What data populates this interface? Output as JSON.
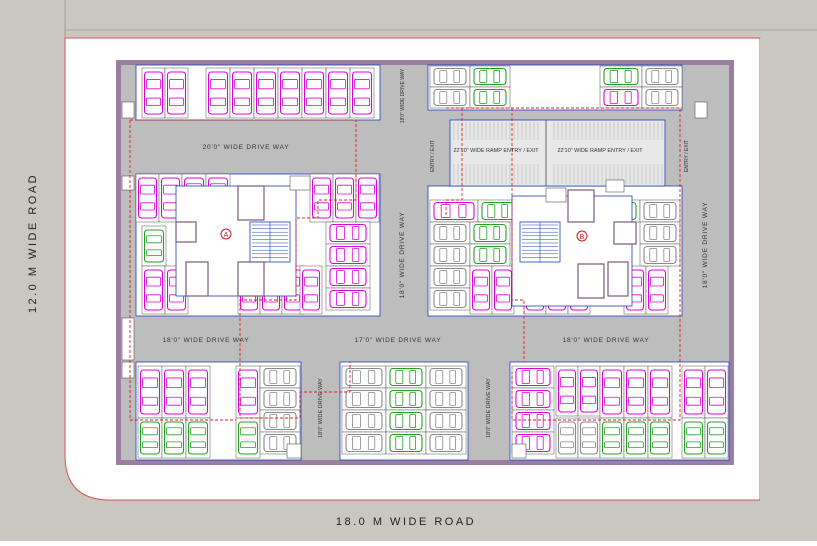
{
  "roads": {
    "left": "12.0 M  WIDE  ROAD",
    "bottom": "18.0 M  WIDE  ROAD"
  },
  "drive_ways": {
    "top_left": "20'0\" WIDE DRIVE WAY",
    "top_vertical": "18'0\" WIDE DRIVE WAY",
    "center_vertical": "18'0\" WIDE DRIVE WAY",
    "right_vertical": "18'0\" WIDE DRIVE WAY",
    "mid_left": "18'0\" WIDE DRIVE WAY",
    "mid_center": "17'0\" WIDE DRIVE WAY",
    "mid_right": "18'0\" WIDE DRIVE WAY",
    "bottom_left_vertical": "18'0\" WIDE DRIVE WAY",
    "bottom_right_vertical": "18'0\" WIDE DRIVE WAY"
  },
  "ramps": {
    "left": "22'10\" WIDE RAMP ENTRY / EXIT",
    "right": "22'10\" WIDE RAMP ENTRY / EXIT",
    "entry_left": "ENTRY / EXIT",
    "entry_right": "ENTRY / EXIT"
  },
  "cores": {
    "a_marker": "A",
    "b_marker": "B"
  },
  "colors": {
    "site_grey": "#c9c7c0",
    "boundary_red": "#d9534f",
    "wall_purple": "#9a7fa0",
    "floor_grey": "#bdbdbd",
    "parking_bay": "#ffffff",
    "car_magenta": "#e000e0",
    "car_green": "#22a022",
    "car_grey": "#8a8a8a",
    "blue_line": "#1f3fbf",
    "dashed_red": "#e02020"
  }
}
